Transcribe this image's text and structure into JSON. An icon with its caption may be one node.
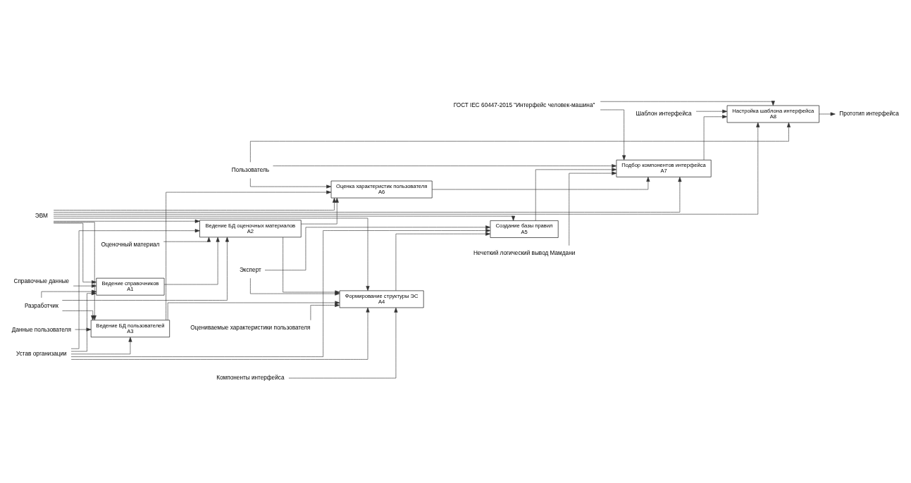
{
  "diagram": {
    "nodes": [
      {
        "text": [
          "Справочные данные"
        ]
      },
      {
        "text": [
          "Устав организации"
        ]
      },
      {
        "text": [
          "Нечеткий логический вывод Мамдани"
        ]
      },
      {
        "text": [
          "ГОСТ IEC 60447-2015 \"Интерфейс человек-машина\""
        ]
      },
      {
        "text": [
          "Ведение справочников",
          "A1"
        ]
      },
      {
        "text": [
          "Оценочный материал"
        ]
      },
      {
        "text": [
          "Ведение БД оценочных материалов",
          "A2"
        ]
      },
      {
        "text": [
          "Данные пользователя"
        ]
      },
      {
        "text": [
          "Ведение БД пользователей",
          "A3"
        ]
      },
      {
        "text": [
          "Компоненты интерфейса"
        ]
      },
      {
        "text": [
          "Формирование структуры ЭС",
          "A4"
        ]
      },
      {
        "text": [
          "Оцениваемые характеристики пользователя"
        ]
      },
      {
        "text": [
          "Создание базы правил",
          "A5"
        ]
      },
      {
        "text": [
          "Оценка характеристик пользователя",
          "A6"
        ]
      },
      {
        "text": [
          "Подбор компонентов интерфейса",
          "A7"
        ]
      },
      {
        "text": [
          "Шаблон интерфейса"
        ]
      },
      {
        "text": [
          "Настройка шаблона интерфейса",
          "A8"
        ]
      },
      {
        "text": [
          "Прототип интерфейса"
        ]
      },
      {
        "text": [
          "Разработчик"
        ]
      },
      {
        "text": [
          "Эксперт"
        ]
      },
      {
        "text": [
          "ЭВМ"
        ]
      },
      {
        "text": [
          "Пользователь"
        ]
      }
    ],
    "edges": [
      {
        "from": 0,
        "to": 4,
        "arrow": "to"
      },
      {
        "from": 5,
        "to": 6,
        "arrow": "to"
      },
      {
        "from": 7,
        "to": 8,
        "arrow": "to"
      },
      {
        "from": 9,
        "to": 10,
        "arrow": "to"
      },
      {
        "from": 11,
        "to": 10,
        "arrow": "to"
      },
      {
        "from": 15,
        "to": 16,
        "arrow": "to"
      },
      {
        "from": 1,
        "to": 4,
        "arrow": "to"
      },
      {
        "from": 1,
        "to": 6,
        "arrow": "to"
      },
      {
        "from": 1,
        "to": 8,
        "arrow": "to"
      },
      {
        "from": 1,
        "to": 10,
        "arrow": "to"
      },
      {
        "from": 1,
        "to": 12,
        "arrow": "to"
      },
      {
        "from": 2,
        "to": 14,
        "arrow": "to"
      },
      {
        "from": 3,
        "to": 14,
        "arrow": "to"
      },
      {
        "from": 3,
        "to": 16,
        "arrow": "to"
      },
      {
        "from": 4,
        "to": 6,
        "arrow": "to"
      },
      {
        "from": 6,
        "to": 10,
        "arrow": "to"
      },
      {
        "from": 6,
        "to": 13,
        "arrow": "to"
      },
      {
        "from": 8,
        "to": 10,
        "arrow": "to"
      },
      {
        "from": 8,
        "to": 13,
        "arrow": "to"
      },
      {
        "from": 10,
        "to": 12,
        "arrow": "to"
      },
      {
        "from": 12,
        "to": 14,
        "arrow": "to"
      },
      {
        "from": 13,
        "to": 14,
        "arrow": "to"
      },
      {
        "from": 14,
        "to": 16,
        "arrow": "to"
      },
      {
        "from": 16,
        "to": 17,
        "arrow": "to"
      },
      {
        "from": 18,
        "to": 4,
        "arrow": "to"
      },
      {
        "from": 18,
        "to": 6,
        "arrow": "to"
      },
      {
        "from": 18,
        "to": 8,
        "arrow": "to"
      },
      {
        "from": 20,
        "to": 4,
        "arrow": "to"
      },
      {
        "from": 20,
        "to": 6,
        "arrow": "to"
      },
      {
        "from": 20,
        "to": 8,
        "arrow": "to"
      },
      {
        "from": 20,
        "to": 10,
        "arrow": "to"
      },
      {
        "from": 20,
        "to": 12,
        "arrow": "to"
      },
      {
        "from": 20,
        "to": 13,
        "arrow": "to"
      },
      {
        "from": 20,
        "to": 14,
        "arrow": "to"
      },
      {
        "from": 20,
        "to": 16,
        "arrow": "to"
      },
      {
        "from": 19,
        "to": 10,
        "arrow": "to"
      },
      {
        "from": 19,
        "to": 12,
        "arrow": "to"
      },
      {
        "from": 21,
        "to": 13,
        "arrow": "to"
      },
      {
        "from": 21,
        "to": 14,
        "arrow": "to"
      },
      {
        "from": 21,
        "to": 16,
        "arrow": "to"
      }
    ]
  }
}
